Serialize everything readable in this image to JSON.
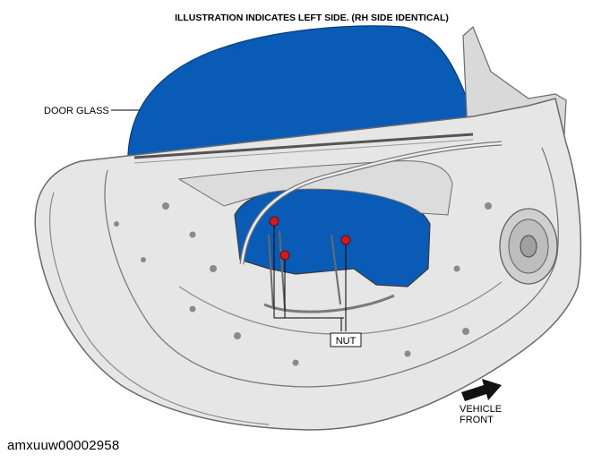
{
  "header": {
    "title": "ILLUSTRATION INDICATES LEFT SIDE. (RH SIDE IDENTICAL)"
  },
  "callouts": {
    "door_glass": "DOOR GLASS",
    "nut": "NUT",
    "direction_line1": "VEHICLE",
    "direction_line2": "FRONT"
  },
  "footer": {
    "doc_id": "amxuuw00002958"
  },
  "colors": {
    "glass": "#0a5bb6",
    "door_panel": "#e4e4e4",
    "door_outline": "#6a6a6a",
    "nut_marker": "#d11a1a",
    "arrow": "#111111"
  }
}
